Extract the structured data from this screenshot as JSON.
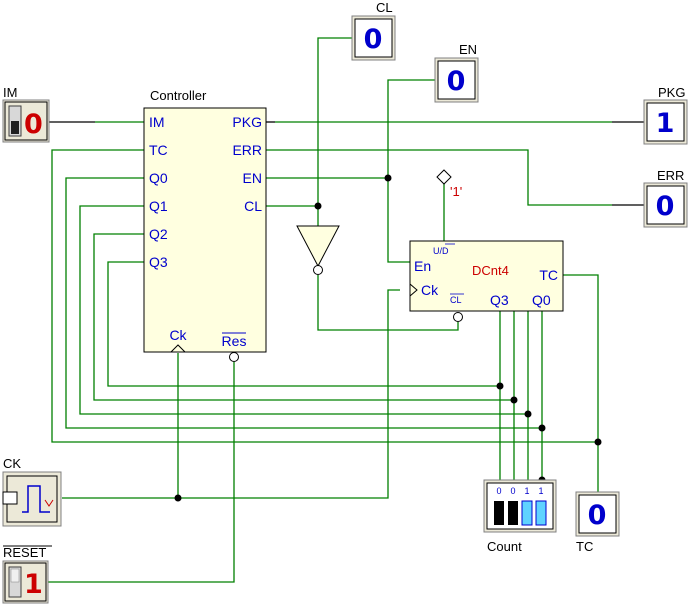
{
  "controller": {
    "title": "Controller",
    "inputs": [
      "IM",
      "TC",
      "Q0",
      "Q1",
      "Q2",
      "Q3"
    ],
    "outputs": [
      "PKG",
      "ERR",
      "EN",
      "CL"
    ],
    "ck": "Ck",
    "res": "Res"
  },
  "counter": {
    "title": "DCnt4",
    "ud": "U/D",
    "en": "En",
    "ck": "Ck",
    "cl": "CL",
    "tc": "TC",
    "q3": "Q3",
    "q0": "Q0",
    "constant": "'1'"
  },
  "displays": {
    "cl": {
      "label": "CL",
      "value": "0"
    },
    "en": {
      "label": "EN",
      "value": "0"
    },
    "pkg": {
      "label": "PKG",
      "value": "1"
    },
    "err": {
      "label": "ERR",
      "value": "0"
    },
    "tc": {
      "label": "TC",
      "value": "0"
    }
  },
  "switches": {
    "im": {
      "label": "IM",
      "value": "0"
    },
    "reset": {
      "label": "RESET",
      "value": "1"
    }
  },
  "clock": {
    "label": "CK"
  },
  "count": {
    "label": "Count",
    "bits": [
      "0",
      "0",
      "1",
      "1"
    ]
  },
  "colors": {
    "wire": "#008000",
    "display": "#0000cc",
    "switch": "#cc0000",
    "block": "#ffffe0"
  }
}
